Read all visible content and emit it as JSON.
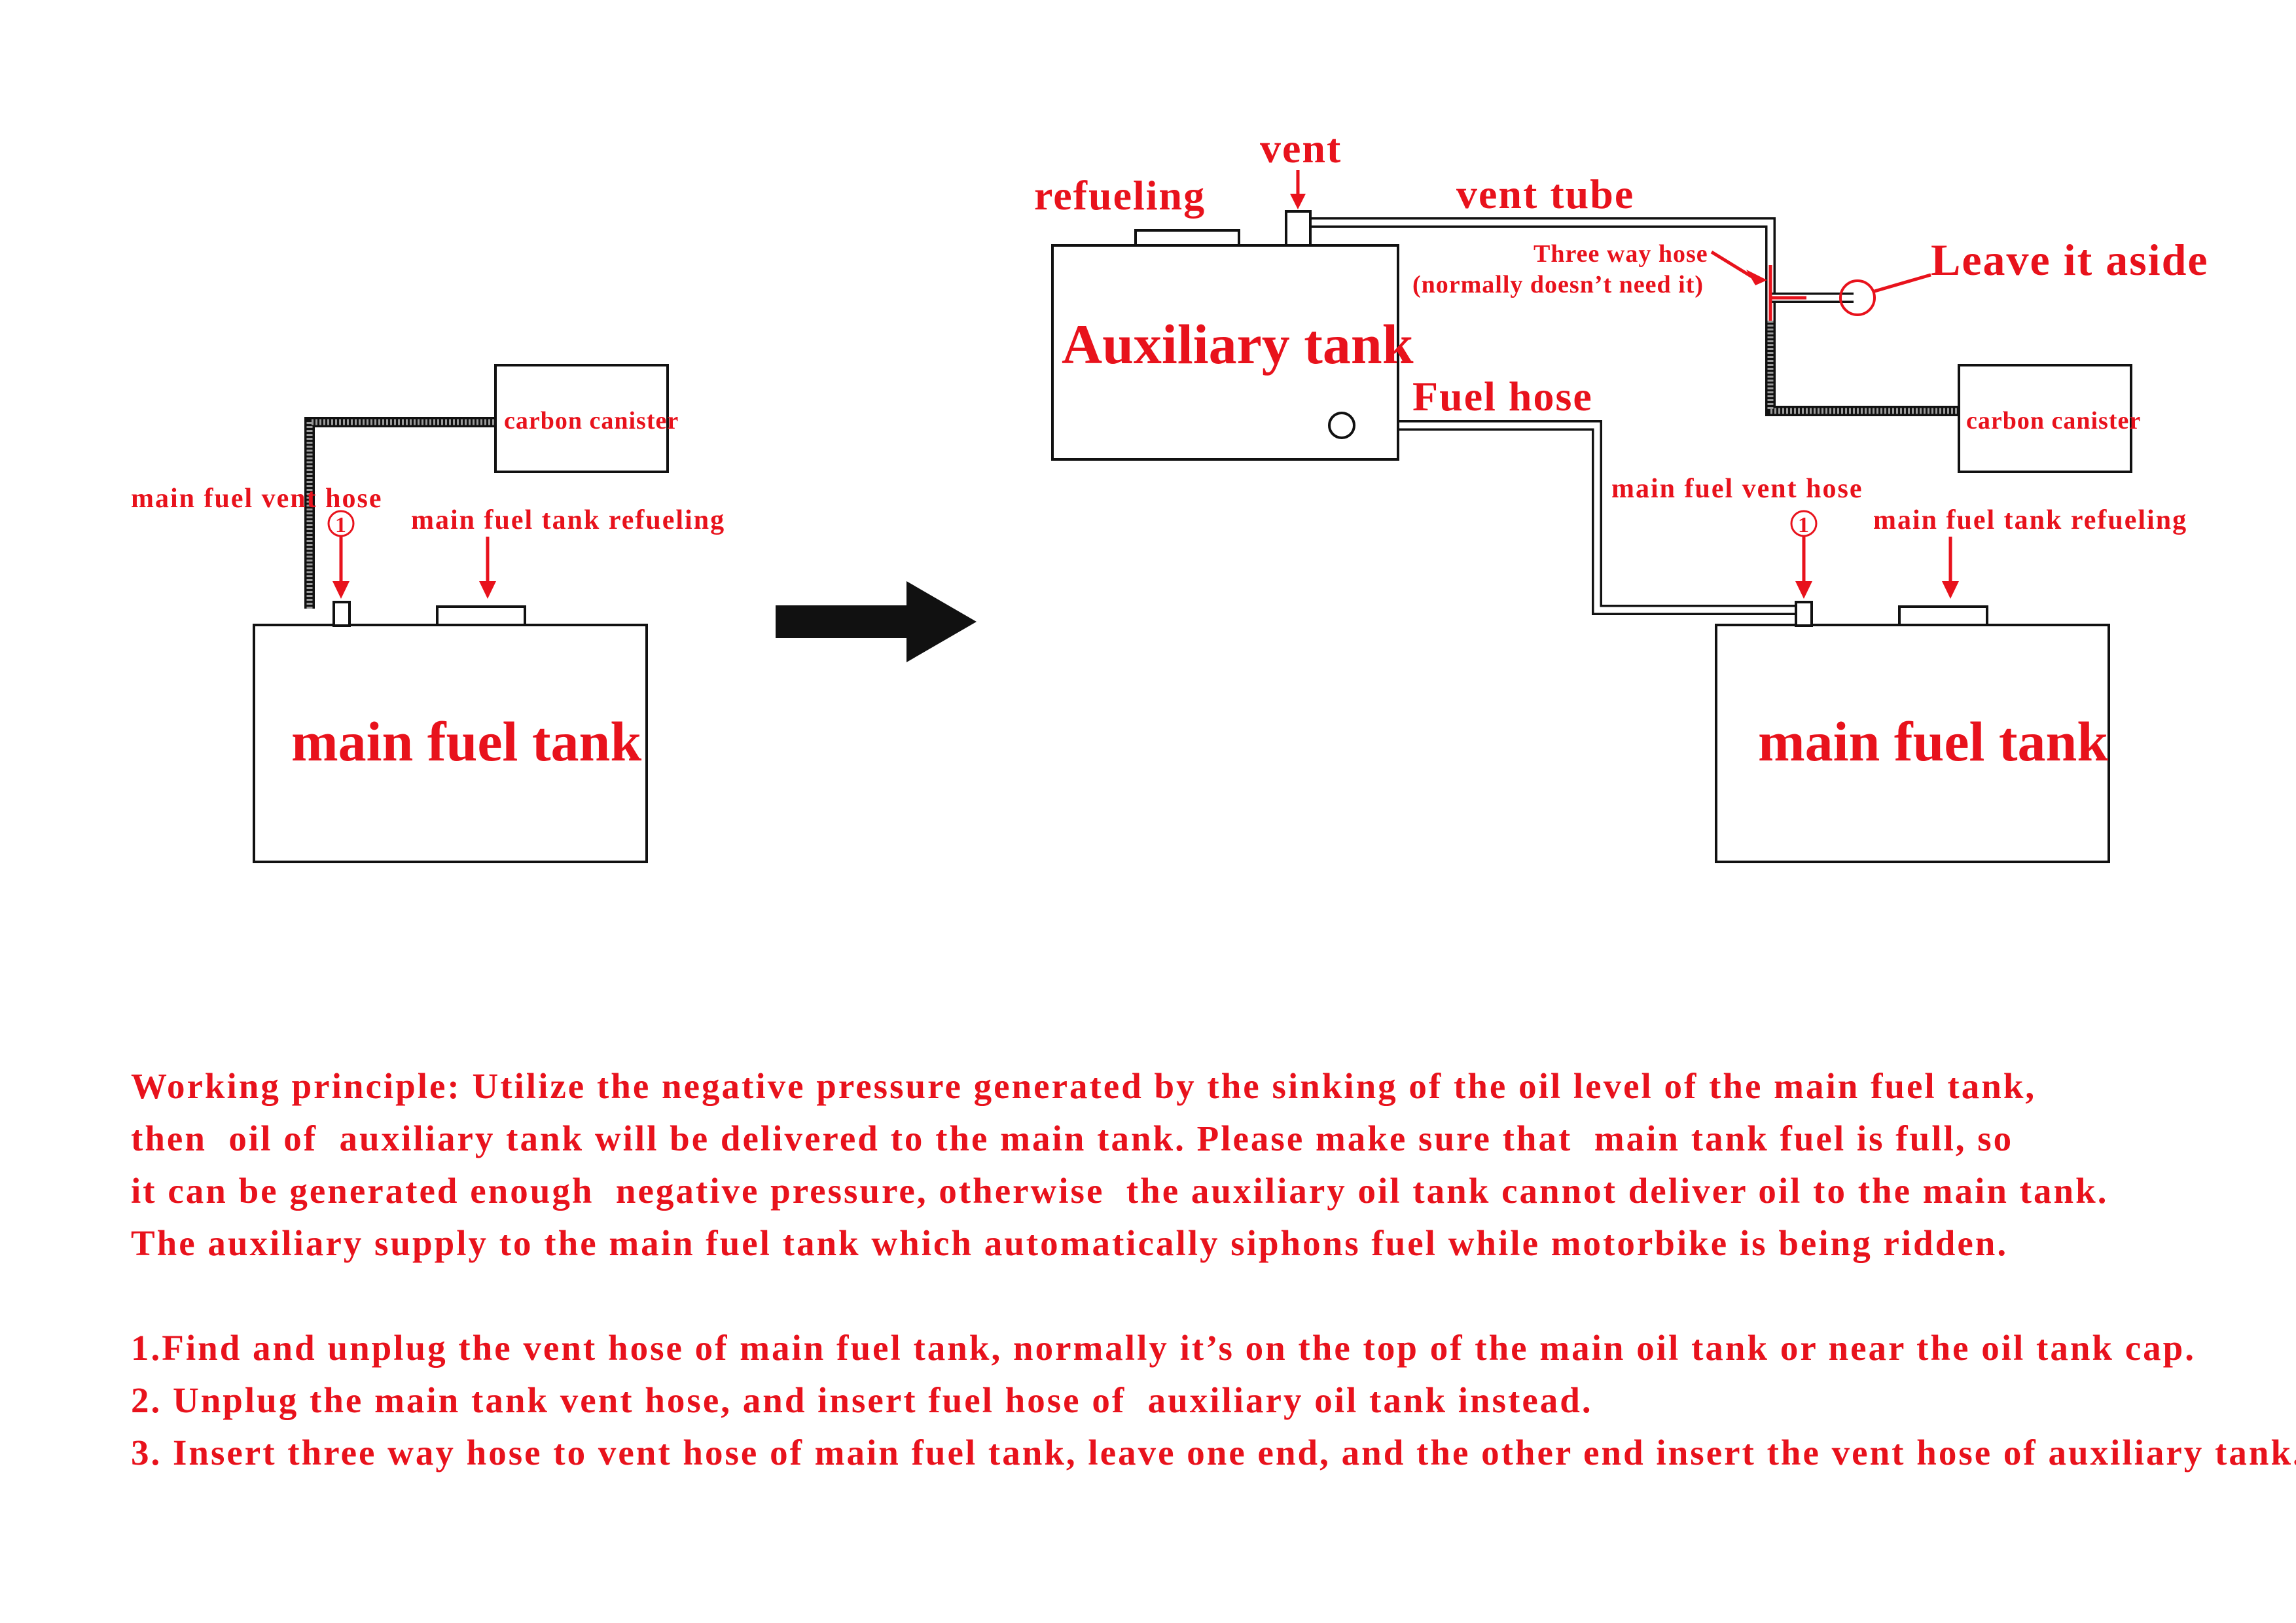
{
  "left_diagram": {
    "carbon_canister": "carbon canister",
    "vent_hose_label": "main fuel vent hose",
    "marker": "1",
    "refueling_label": "main fuel tank refueling",
    "tank_label": "main fuel tank"
  },
  "right_diagram": {
    "vent": "vent",
    "refueling": "refueling",
    "vent_tube": "vent tube",
    "three_way_hose": "Three way hose",
    "three_way_note": "(normally doesn’t need it)",
    "leave_it_aside": "Leave it aside",
    "auxiliary_tank": "Auxiliary tank",
    "fuel_hose": "Fuel hose",
    "carbon_canister": "carbon canister",
    "vent_hose_label": "main fuel vent hose",
    "marker": "1",
    "refueling_label": "main fuel tank refueling",
    "tank_label": "main fuel tank"
  },
  "colors": {
    "accent": "#e8121c",
    "line": "#111111"
  },
  "text": {
    "principle_lines": [
      "Working principle: Utilize the negative pressure generated by the sinking of the oil level of the main fuel tank,",
      "then  oil of  auxiliary tank will be delivered to the main tank. Please make sure that  main tank fuel is full, so",
      "it can be generated enough  negative pressure, otherwise  the auxiliary oil tank cannot deliver oil to the main tank.",
      "The auxiliary supply to the main fuel tank which automatically siphons fuel while motorbike is being ridden."
    ],
    "steps": [
      "1.Find and unplug the vent hose of main fuel tank, normally it’s on the top of the main oil tank or near the oil tank cap.",
      "2. Unplug the main tank vent hose, and insert fuel hose of  auxiliary oil tank instead.",
      "3. Insert three way hose to vent hose of main fuel tank, leave one end, and the other end insert the vent hose of auxiliary tank."
    ]
  }
}
